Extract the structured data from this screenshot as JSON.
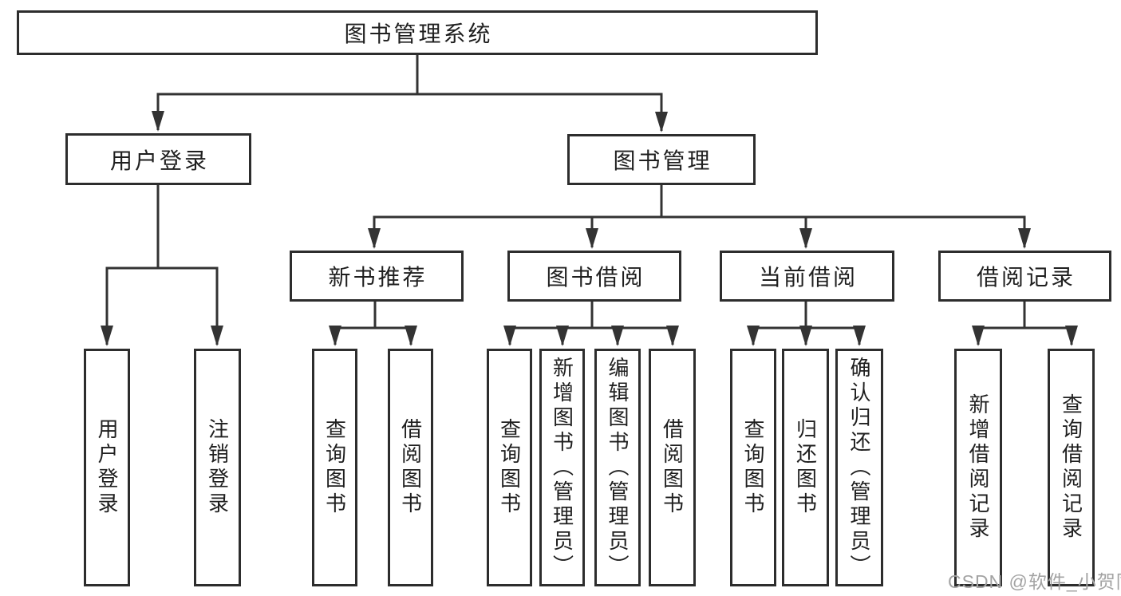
{
  "tree": {
    "root": {
      "label": "图书管理系统",
      "children": [
        {
          "label": "用户登录",
          "children": [
            {
              "label": "用户登录"
            },
            {
              "label": "注销登录"
            }
          ]
        },
        {
          "label": "图书管理",
          "children": [
            {
              "label": "新书推荐",
              "children": [
                {
                  "label": "查询图书"
                },
                {
                  "label": "借阅图书"
                }
              ]
            },
            {
              "label": "图书借阅",
              "children": [
                {
                  "label": "查询图书"
                },
                {
                  "label": "新增图书（管理员）"
                },
                {
                  "label": "编辑图书（管理员）"
                },
                {
                  "label": "借阅图书"
                }
              ]
            },
            {
              "label": "当前借阅",
              "children": [
                {
                  "label": "查询图书"
                },
                {
                  "label": "归还图书"
                },
                {
                  "label": "确认归还（管理员）"
                }
              ]
            },
            {
              "label": "借阅记录",
              "children": [
                {
                  "label": "新增借阅记录"
                },
                {
                  "label": "查询借阅记录"
                }
              ]
            }
          ]
        }
      ]
    }
  },
  "watermark": {
    "text": "CSDN @软件_小贺同学",
    "color": "#a3a3a3"
  },
  "colors": {
    "background": "#ffffff",
    "line": "#333333",
    "box_border": "#2d2d2d",
    "text": "#1f1f1f"
  }
}
